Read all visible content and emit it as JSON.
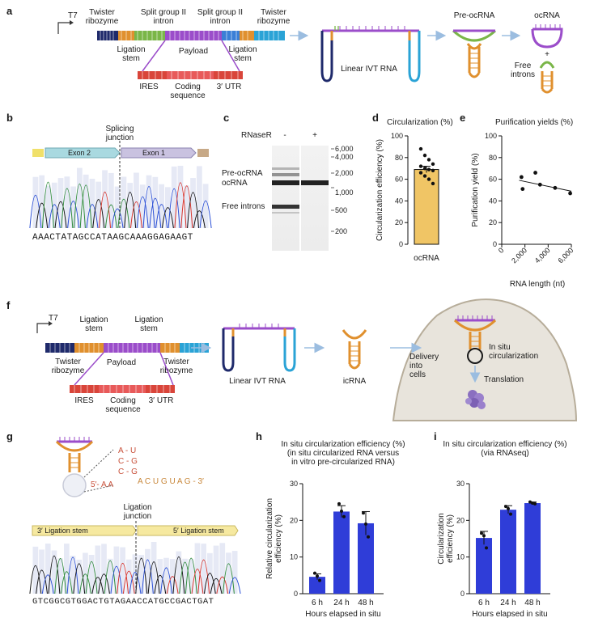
{
  "colors": {
    "purple": "#9b4dca",
    "orange": "#e0902e",
    "green": "#7ab648",
    "blue": "#3b7fd6",
    "red": "#d9453a",
    "navy": "#1f2a6b",
    "cyan": "#2aa3d6",
    "lightblue": "#9bbde0",
    "barblue": "#2f3dd8",
    "bargold": "#f0c565",
    "cell": "#e8e4dc",
    "cellborder": "#b7ad9a"
  },
  "panel_a": {
    "label": "a",
    "t7": "T7",
    "twister_l": "Twister\nribozyme",
    "split_l": "Split group II\nintron",
    "split_r": "Split group II\nintron",
    "twister_r": "Twister\nribozyme",
    "lig_l": "Ligation\nstem",
    "payload": "Payload",
    "lig_r": "Ligation\nstem",
    "ires": "IRES",
    "coding": "Coding\nsequence",
    "utr": "3′ UTR",
    "linear": "Linear IVT RNA",
    "preoc": "Pre-ocRNA",
    "oc": "ocRNA",
    "plus": "+",
    "free": "Free\nintrons"
  },
  "panel_b": {
    "label": "b",
    "junction": "Splicing\njunction",
    "exon2": "Exon 2",
    "exon1": "Exon 1",
    "sequence": "AAACTATAGCCATAAGCAAAGGAGAAGT"
  },
  "panel_c": {
    "label": "c",
    "rnaser": "RNaseR",
    "minus": "-",
    "plus": "+",
    "preoc": "Pre-ocRNA",
    "oc": "ocRNA",
    "free": "Free introns",
    "ladder": [
      "6,000",
      "4,000",
      "2,000",
      "1,000",
      "500",
      "200"
    ]
  },
  "panel_d": {
    "label": "d",
    "title": "Circularization (%)",
    "ylabel": "Circularization efficiency (%)",
    "category": "ocRNA",
    "yticks": [
      "0",
      "20",
      "40",
      "60",
      "80",
      "100"
    ]
  },
  "panel_e": {
    "label": "e",
    "title": "Purification yields (%)",
    "ylabel": "Purification yield (%)",
    "xlabel": "RNA length (nt)",
    "yticks": [
      "0",
      "20",
      "40",
      "60",
      "80",
      "100"
    ],
    "xticks": [
      "0",
      "2,000",
      "4,000",
      "6,000"
    ]
  },
  "panel_f": {
    "label": "f",
    "t7": "T7",
    "lig_l": "Ligation\nstem",
    "lig_r": "Ligation\nstem",
    "twister_l": "Twister\nribozyme",
    "payload": "Payload",
    "twister_r": "Twister\nribozyme",
    "ires": "IRES",
    "coding": "Coding\nsequence",
    "utr": "3′ UTR",
    "linear": "Linear IVT RNA",
    "icrna": "icRNA",
    "delivery": "Delivery\ninto\ncells",
    "insitu": "In situ\ncircularization",
    "translation": "Translation"
  },
  "panel_g": {
    "label": "g",
    "pairs": [
      "A - U",
      "C - G",
      "C - G"
    ],
    "five": "5′- A A",
    "three": "A C U G U A G - 3′",
    "junction": "Ligation\njunction",
    "stem3": "3′ Ligation stem",
    "stem5": "5′ Ligation stem",
    "sequence": "GTCGGCGTGGACTGTAGAACCATGCCGACTGAT"
  },
  "panel_h": {
    "label": "h",
    "title": "In situ circularization efficiency (%)\n(in situ circularized RNA versus\nin vitro pre-circularized RNA)",
    "ylabel": "Relative circularization\nefficiency (%)",
    "xlabel": "Hours elapsed in situ",
    "yticks": [
      "0",
      "10",
      "20",
      "30"
    ],
    "categories": [
      "6 h",
      "24 h",
      "48 h"
    ]
  },
  "panel_i": {
    "label": "i",
    "title": "In situ circularization efficiency (%)\n(via RNAseq)",
    "ylabel": "Circularization\nefficiency (%)",
    "xlabel": "Hours elapsed in situ",
    "yticks": [
      "0",
      "10",
      "20",
      "30"
    ],
    "categories": [
      "6 h",
      "24 h",
      "48 h"
    ]
  },
  "chart_data": [
    {
      "type": "bar",
      "panel": "d",
      "title": "Circularization (%)",
      "ylabel": "Circularization efficiency (%)",
      "categories": [
        "ocRNA"
      ],
      "values": [
        69
      ],
      "error": [
        3
      ],
      "points": [
        [
          88,
          82,
          78,
          74,
          72,
          70,
          69,
          68,
          66,
          63,
          60,
          56
        ]
      ],
      "ylim": [
        0,
        100
      ]
    },
    {
      "type": "scatter",
      "panel": "e",
      "title": "Purification yields (%)",
      "xlabel": "RNA length (nt)",
      "ylabel": "Purification yield (%)",
      "x": [
        1700,
        1800,
        2900,
        3300,
        4600,
        5900
      ],
      "y": [
        62,
        51,
        66,
        55,
        52,
        47
      ],
      "trend": [
        [
          1500,
          59
        ],
        [
          6000,
          49
        ]
      ],
      "xlim": [
        0,
        6000
      ],
      "ylim": [
        0,
        100
      ]
    },
    {
      "type": "bar",
      "panel": "h",
      "ylabel": "Relative circularization efficiency (%)",
      "xlabel": "Hours elapsed in situ",
      "categories": [
        "6 h",
        "24 h",
        "48 h"
      ],
      "values": [
        4.6,
        22.4,
        19.2
      ],
      "error": [
        0.8,
        1.6,
        3.2
      ],
      "points": [
        [
          5.6,
          4.8,
          3.6
        ],
        [
          24.5,
          22.5,
          21.0
        ],
        [
          22.0,
          19.0,
          15.5
        ]
      ],
      "ylim": [
        0,
        30
      ]
    },
    {
      "type": "bar",
      "panel": "i",
      "ylabel": "Circularization efficiency (%)",
      "xlabel": "Hours elapsed in situ",
      "categories": [
        "6 h",
        "24 h",
        "48 h"
      ],
      "values": [
        15.2,
        22.9,
        24.7
      ],
      "error": [
        1.8,
        1.1,
        0.3
      ],
      "points": [
        [
          16.5,
          15.8,
          12.5
        ],
        [
          23.8,
          23.2,
          21.7
        ],
        [
          25.0,
          24.7,
          24.5
        ]
      ],
      "ylim": [
        0,
        30
      ]
    }
  ]
}
